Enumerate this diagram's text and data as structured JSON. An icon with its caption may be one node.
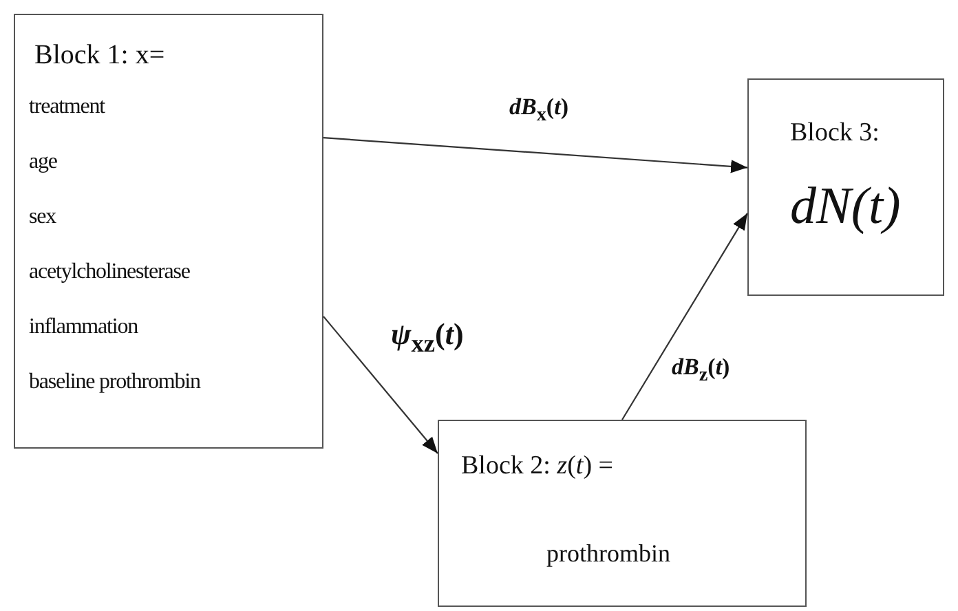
{
  "diagram": {
    "nodes": [
      {
        "text": [
          "Block 1: x=",
          "treatment",
          "age",
          "sex",
          "acetylcholinesterase",
          "inflammation",
          "baseline prothrombin"
        ]
      },
      {
        "text": [
          "Block 3:",
          "*dN*(*t*)"
        ]
      },
      {
        "text": [
          "Block 2: *z*(*t*) =",
          "prothrombin"
        ]
      }
    ],
    "edges": [
      {
        "from": 0,
        "to": 1,
        "arrow": "to",
        "label": "*dB*$_{x}$(*t*)"
      },
      {
        "from": 0,
        "to": 2,
        "arrow": "to",
        "label": "*ψ*$_{xz}$(*t*)"
      },
      {
        "from": 2,
        "to": 1,
        "arrow": "to",
        "label": "*dB*$_{z}$(*t*)"
      }
    ]
  }
}
